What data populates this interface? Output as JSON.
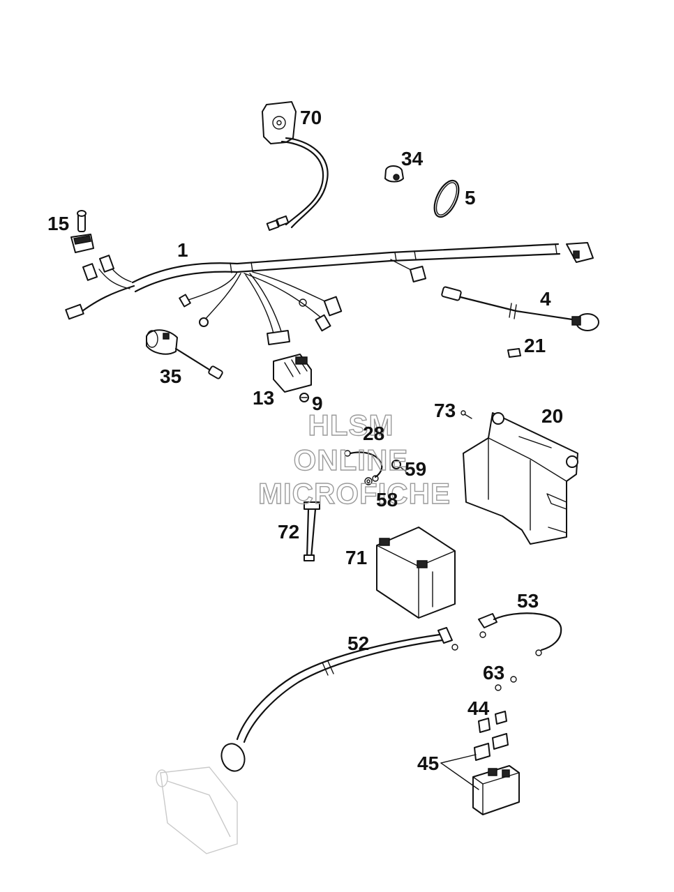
{
  "watermark": {
    "line1": "HLSM",
    "line2": "ONLINE",
    "line3": "MICROFICHE"
  },
  "callouts": [
    {
      "id": "p70",
      "label": "70"
    },
    {
      "id": "p34",
      "label": "34"
    },
    {
      "id": "p5",
      "label": "5"
    },
    {
      "id": "p15",
      "label": "15"
    },
    {
      "id": "p1",
      "label": "1"
    },
    {
      "id": "p4",
      "label": "4"
    },
    {
      "id": "p21",
      "label": "21"
    },
    {
      "id": "p35",
      "label": "35"
    },
    {
      "id": "p13",
      "label": "13"
    },
    {
      "id": "p9",
      "label": "9"
    },
    {
      "id": "p73",
      "label": "73"
    },
    {
      "id": "p20",
      "label": "20"
    },
    {
      "id": "p28",
      "label": "28"
    },
    {
      "id": "p59",
      "label": "59"
    },
    {
      "id": "p58",
      "label": "58"
    },
    {
      "id": "p72",
      "label": "72"
    },
    {
      "id": "p71",
      "label": "71"
    },
    {
      "id": "p53",
      "label": "53"
    },
    {
      "id": "p52",
      "label": "52"
    },
    {
      "id": "p63",
      "label": "63"
    },
    {
      "id": "p44",
      "label": "44"
    },
    {
      "id": "p45",
      "label": "45"
    }
  ]
}
